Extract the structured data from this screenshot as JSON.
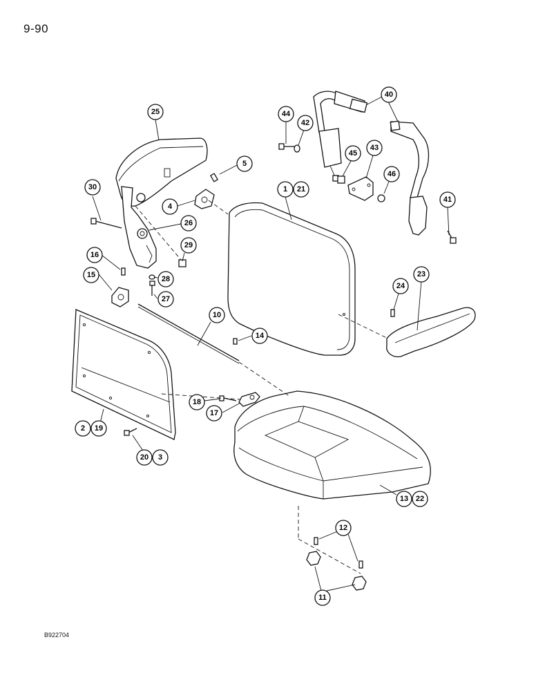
{
  "page_number": "9-90",
  "figure_code": "B922704",
  "callouts": [
    {
      "id": "c25",
      "label": "25"
    },
    {
      "id": "c5",
      "label": "5"
    },
    {
      "id": "c30",
      "label": "30"
    },
    {
      "id": "c4",
      "label": "4"
    },
    {
      "id": "c26",
      "label": "26"
    },
    {
      "id": "c29",
      "label": "29"
    },
    {
      "id": "c16",
      "label": "16"
    },
    {
      "id": "c15",
      "label": "15"
    },
    {
      "id": "c28",
      "label": "28"
    },
    {
      "id": "c27",
      "label": "27"
    },
    {
      "id": "c10",
      "label": "10"
    },
    {
      "id": "c14",
      "label": "14"
    },
    {
      "id": "c18",
      "label": "18"
    },
    {
      "id": "c17",
      "label": "17"
    },
    {
      "id": "c2",
      "label": "2"
    },
    {
      "id": "c19",
      "label": "19"
    },
    {
      "id": "c20",
      "label": "20"
    },
    {
      "id": "c3",
      "label": "3"
    },
    {
      "id": "c1",
      "label": "1"
    },
    {
      "id": "c21",
      "label": "21"
    },
    {
      "id": "c44",
      "label": "44"
    },
    {
      "id": "c42",
      "label": "42"
    },
    {
      "id": "c40",
      "label": "40"
    },
    {
      "id": "c45",
      "label": "45"
    },
    {
      "id": "c43",
      "label": "43"
    },
    {
      "id": "c46",
      "label": "46"
    },
    {
      "id": "c41",
      "label": "41"
    },
    {
      "id": "c24",
      "label": "24"
    },
    {
      "id": "c23",
      "label": "23"
    },
    {
      "id": "c13",
      "label": "13"
    },
    {
      "id": "c22",
      "label": "22"
    },
    {
      "id": "c12",
      "label": "12"
    },
    {
      "id": "c11",
      "label": "11"
    }
  ]
}
